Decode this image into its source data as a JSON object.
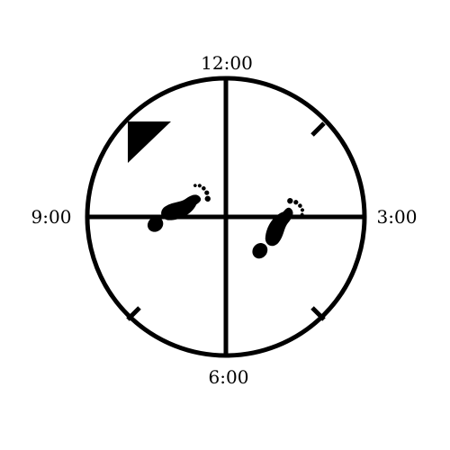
{
  "clock": {
    "labels": {
      "top": "12:00",
      "right": "3:00",
      "bottom": "6:00",
      "left": "9:00"
    },
    "icons": {
      "direction_marker": "triangle-arrow-icon",
      "footprint_one": "footprint-icon",
      "footprint_two": "footprint-icon"
    },
    "colors": {
      "stroke": "#000000",
      "background": "#ffffff"
    }
  }
}
